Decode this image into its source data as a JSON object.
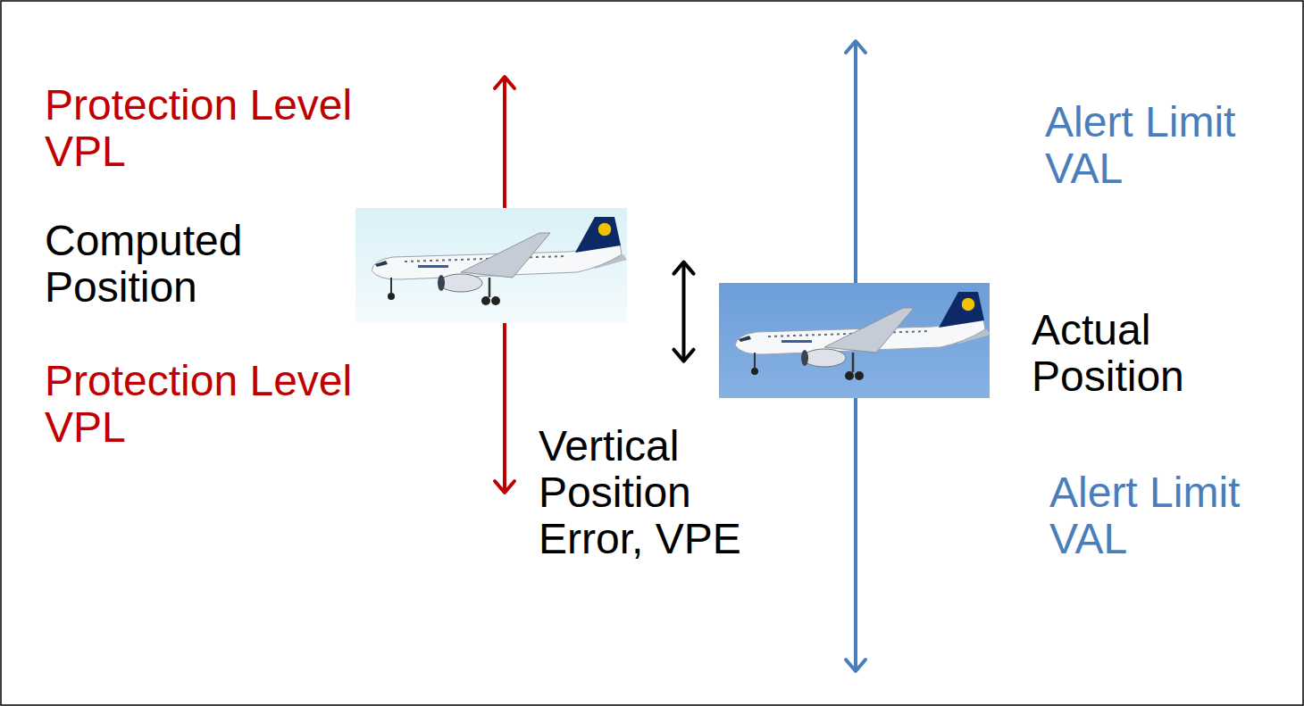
{
  "diagram": {
    "nodes": [
      {
        "text": [
          "Computed Position"
        ]
      },
      {
        "text": [
          "Actual Position"
        ]
      }
    ],
    "edges": [
      {
        "from": 0,
        "to": 1,
        "arrow": "both",
        "label": "Vertical Position Error, VPE"
      }
    ],
    "labels": [
      "Protection Level VPL",
      "Protection Level VPL",
      "Alert Limit VAL",
      "Alert Limit VAL"
    ]
  }
}
